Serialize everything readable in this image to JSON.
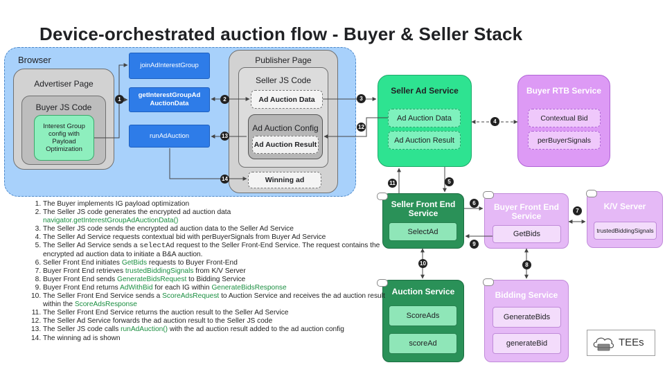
{
  "title": "Device-orchestrated auction flow - Buyer & Seller Stack",
  "browser": {
    "label": "Browser",
    "advertiser_page": {
      "label": "Advertiser Page",
      "buyer_js": {
        "label": "Buyer JS Code",
        "config_text": "Interest Group config with Payload Optimization"
      }
    },
    "buttons": {
      "join": "joinAdInterestGroup",
      "get_data": "getInterestGroupAd AuctionData",
      "run": "runAdAuction"
    },
    "publisher_page": {
      "label": "Publisher Page",
      "seller_js": {
        "label": "Seller JS Code",
        "auction_data": "Ad Auction Data",
        "config": {
          "label": "Ad Auction Config",
          "result": "Ad Auction Result"
        }
      },
      "winning_ad": "Winning ad"
    }
  },
  "seller_ad_service": {
    "title": "Seller Ad Service",
    "items": [
      "Ad Auction Data",
      "Ad Auction Result"
    ]
  },
  "buyer_rtb_service": {
    "title": "Buyer RTB Service",
    "items": [
      "Contextual Bid",
      "perBuyerSignals"
    ]
  },
  "seller_front_end": {
    "title": "Seller Front End Service",
    "item": "SelectAd"
  },
  "buyer_front_end": {
    "title": "Buyer Front End Service",
    "item": "GetBids"
  },
  "kv_server": {
    "title": "K/V Server",
    "item": "trustedBiddingSignals"
  },
  "auction_service": {
    "title": "Auction Service",
    "items": [
      "ScoreAds",
      "scoreAd"
    ]
  },
  "bidding_service": {
    "title": "Bidding Service",
    "items": [
      "GenerateBids",
      "generateBid"
    ]
  },
  "legend": {
    "label": "TEEs"
  },
  "step_numbers": [
    "1",
    "2",
    "3",
    "4",
    "5",
    "6",
    "7",
    "8",
    "9",
    "10",
    "11",
    "12",
    "13",
    "14"
  ],
  "steps": {
    "s1": "The Buyer implements IG payload optimization",
    "s2a": "The Seller JS code generates the encrypted ad auction data",
    "s2b": "navigator.getInterestGroupAdAuctionData()",
    "s3": "The Seller JS code sends the encrypted ad auction data to the Seller Ad Service",
    "s4": "The Seller Ad Service requests contextual bid with perBuyerSignals from Buyer Ad Service",
    "s5a": "The Seller Ad Service sends a ",
    "s5b": "selectAd",
    "s5c": " request to the Seller Front-End Service. The request contains the encrypted ad auction data to initiate a B&A auction.",
    "s6a": "Seller Front End initiates ",
    "s6b": "GetBids",
    "s6c": " requests to Buyer Front-End",
    "s7a": "Buyer Front End retrieves ",
    "s7b": "trustedBiddingSignals",
    "s7c": " from K/V Server",
    "s8a": "Buyer Front End sends ",
    "s8b": "GenerateBidsRequest",
    "s8c": " to Bidding Service",
    "s9a": "Buyer Front End returns ",
    "s9b": "AdWithBid",
    "s9c": " for each IG within ",
    "s9d": "GenerateBidsResponse",
    "s10a": "The Seller Front End Service sends a ",
    "s10b": "ScoreAdsRequest",
    "s10c": " to Auction Service and receives the ad auction result within the ",
    "s10d": "ScoreAdsResponse",
    "s11": "The Seller Front End Service returns the auction result to the Seller Ad Service",
    "s12": "The Seller Ad Service forwards the ad auction result to the Seller JS code",
    "s13a": "The Seller JS code calls ",
    "s13b": "runAdAuction()",
    "s13c": " with the ad auction result added to the ad auction config",
    "s14": "The winning ad is shown"
  },
  "colors": {
    "browser_bg": "#a8d1fb",
    "blue_button": "#2e7ce8",
    "seller_green": "#2ee391",
    "tee_dark_green": "#2a9158",
    "buyer_purple": "#dd9af5",
    "highlight_green": "#1a8e40"
  },
  "icons": [
    "cloud-server-icon"
  ]
}
